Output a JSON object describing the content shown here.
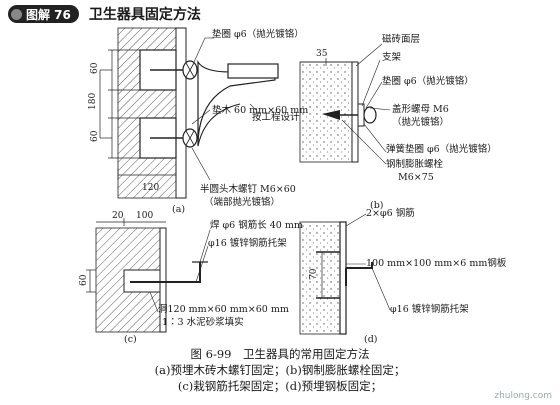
{
  "header": {
    "badge": "图解 76",
    "title": "卫生器具固定方法"
  },
  "a": {
    "label_pad": "垫圈 φ6（抛光镀铬）",
    "label_block": "垫木 60 mm×60 mm",
    "label_design": "按工程设计",
    "label_screw_1": "半圆头木螺钉 M6×60",
    "label_screw_2": "（端部抛光镀铬）",
    "dim_top": "60",
    "dim_mid": "180",
    "dim_bot": "60",
    "dim_width": "120",
    "tag": "(a)"
  },
  "b": {
    "dim_35": "35",
    "label_tile": "磁砖面层",
    "label_bracket": "支架",
    "label_pad": "垫圈 φ6（抛光镀铬）",
    "label_nut_1": "盖形螺母 M6",
    "label_nut_2": "（抛光镀铬）",
    "label_spring": "弹簧垫圈 φ6（抛光镀铬）",
    "label_bolt_1": "钢制膨胀螺栓",
    "label_bolt_2": "M6×75",
    "tag": "(b)"
  },
  "c": {
    "dim_20": "20",
    "dim_100": "100",
    "dim_60": "60",
    "label_weld": "焊 φ6 钢筋长 40 mm",
    "label_bracket": "φ16 镀锌钢筋托架",
    "label_hole_1": "洞120 mm×60 mm×60 mm",
    "label_hole_2": "1∶3 水泥砂浆填实",
    "tag": "(c)"
  },
  "d": {
    "label_bars": "2×φ6 钢筋",
    "label_plate": "100 mm×100 mm×6 mm钢板",
    "label_bracket": "φ16 镀锌钢筋托架",
    "dim_70": "70",
    "tag": "(d)"
  },
  "caption": {
    "line1": "图 6-99　卫生器具的常用固定方法",
    "line2": "(a)预埋木砖木螺钉固定；(b)钢制膨胀螺栓固定；",
    "line3": "(c)栽钢筋托架固定；(d)预埋钢板固定；"
  },
  "watermark": "zhulong.com"
}
